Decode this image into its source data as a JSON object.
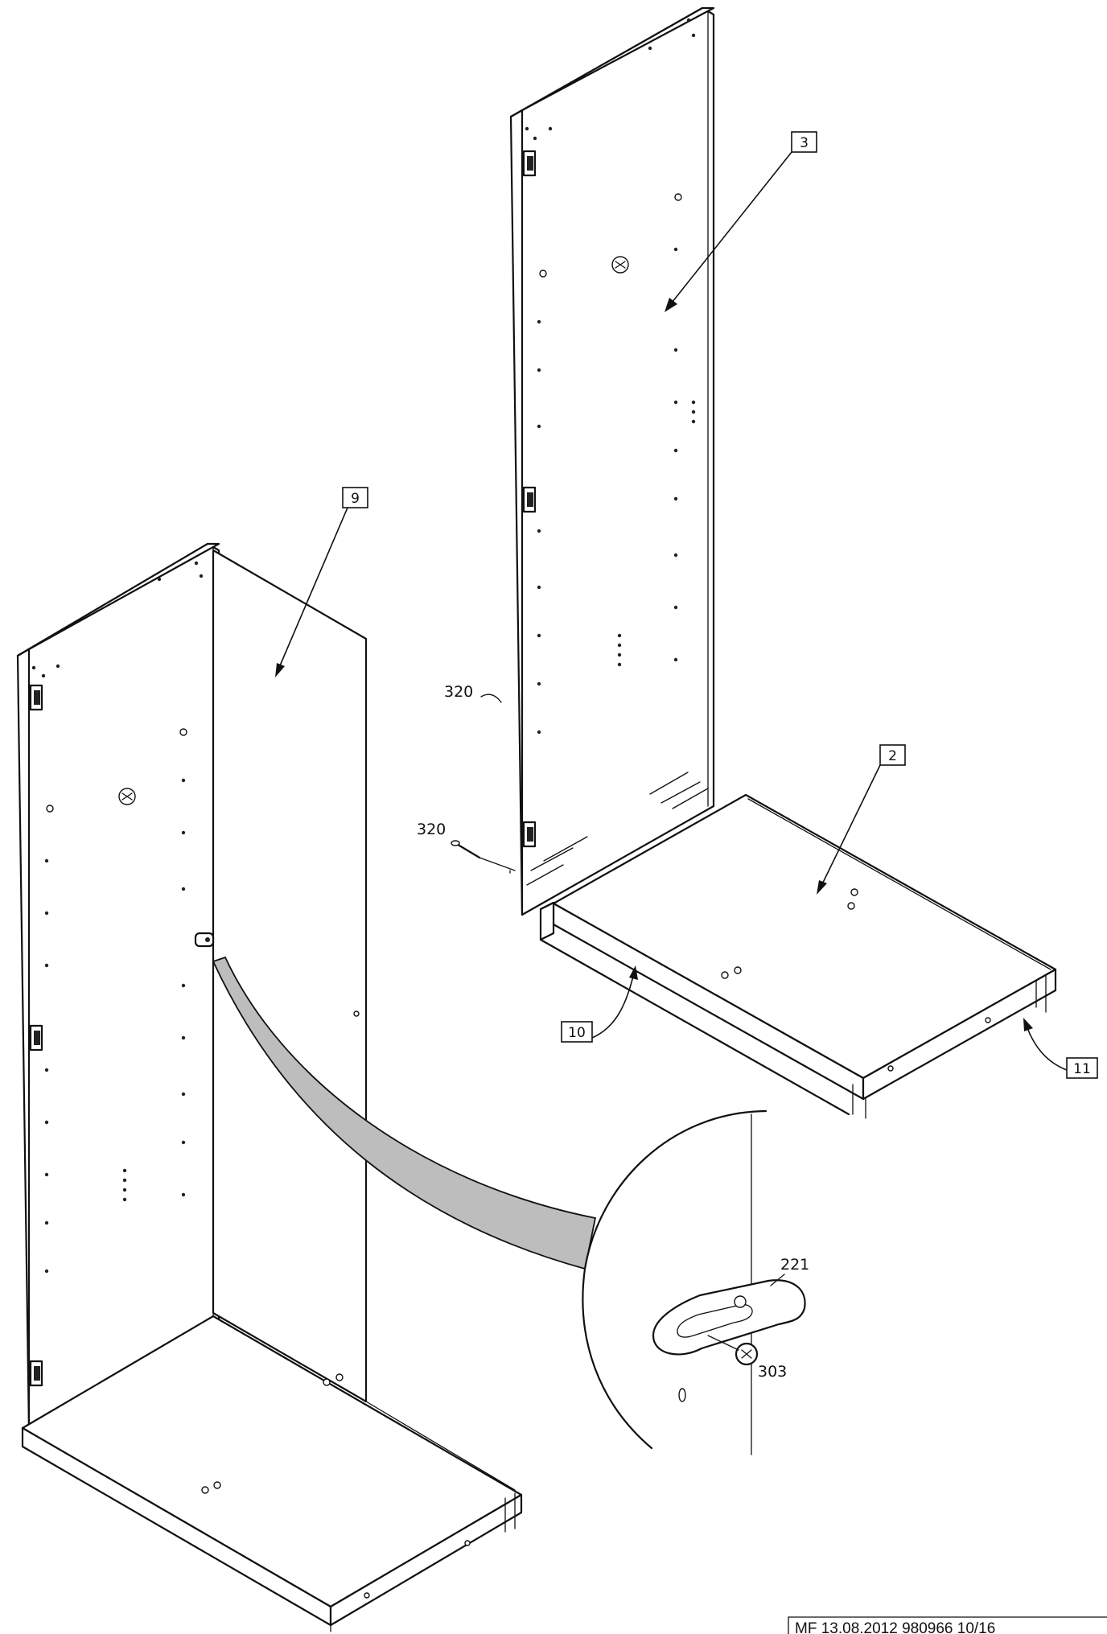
{
  "callouts": {
    "c3": "3",
    "c9": "9",
    "c2": "2",
    "c10": "10",
    "c11": "11"
  },
  "part_labels": {
    "screw_upper": "320",
    "screw_lower": "320",
    "bracket": "221",
    "bolt": "303"
  },
  "footer": {
    "doc_ref": "MF 13.08.2012 980966 10/16"
  }
}
